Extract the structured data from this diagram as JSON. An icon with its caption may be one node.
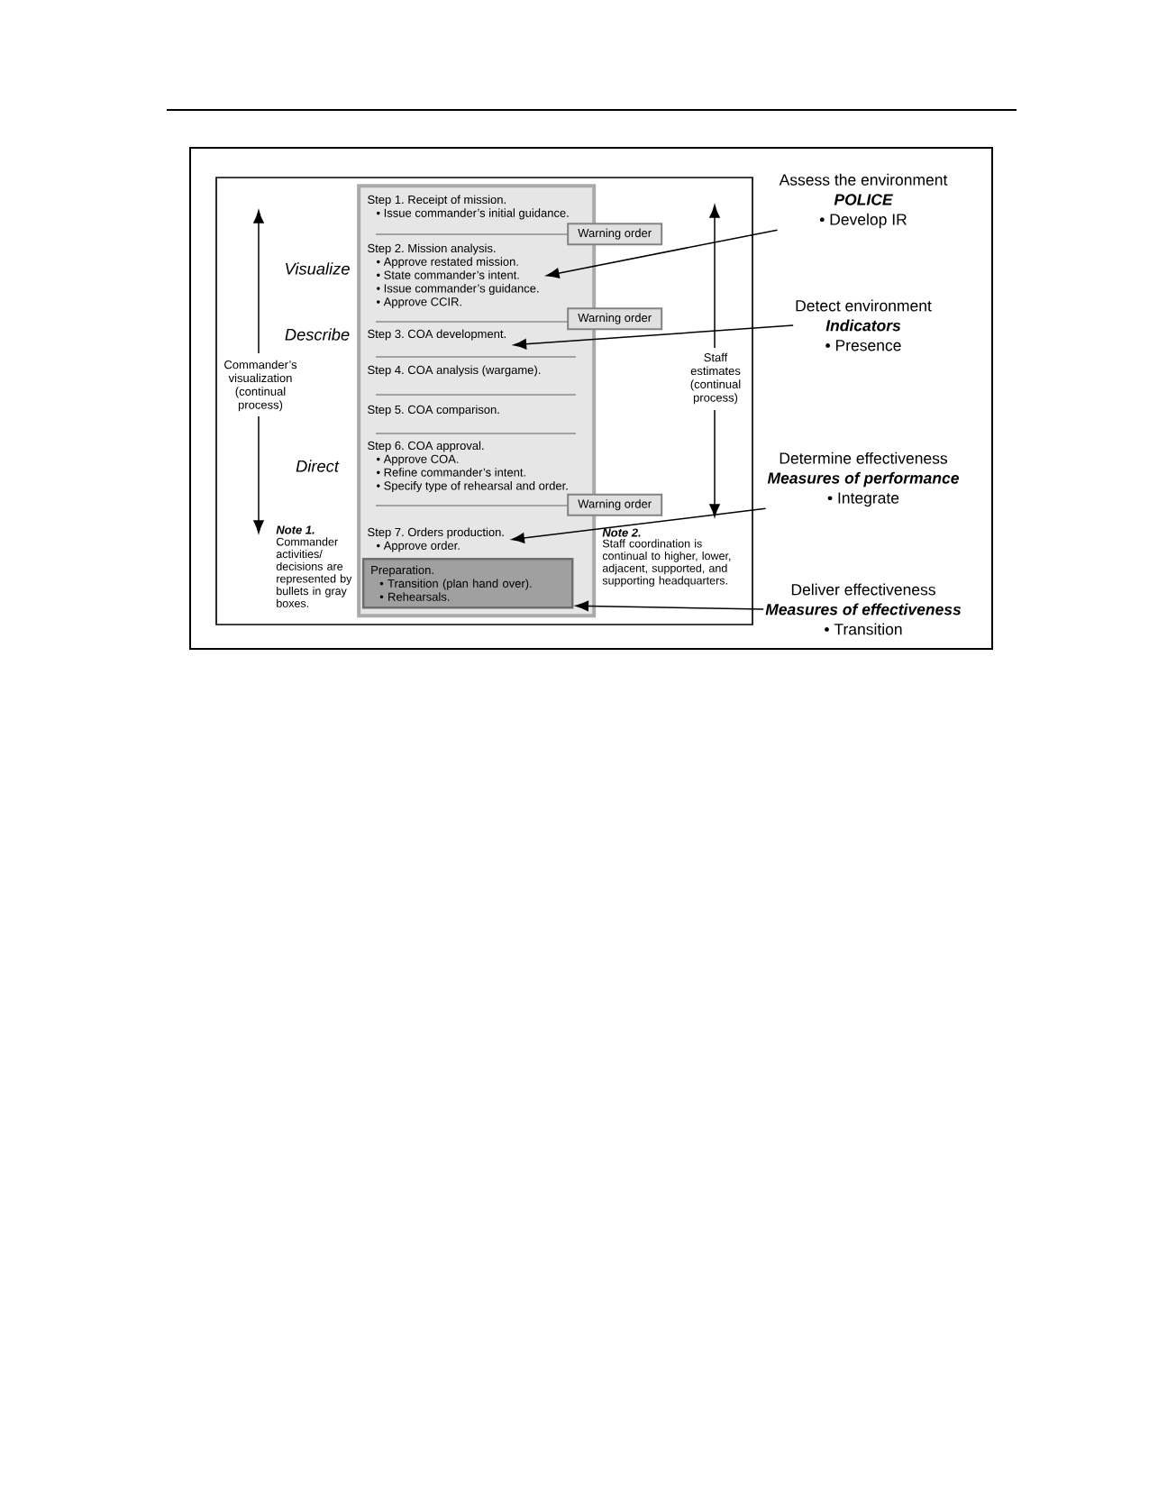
{
  "diagram": {
    "nodes": [
      {
        "text": [],
        "shape": "box"
      },
      {
        "text": [],
        "shape": "box",
        "in": 0
      },
      {
        "text": [
          "Step 1. Receipt of mission.",
          "• Issue commander’s initial guidance."
        ],
        "in": 1
      },
      {
        "text": [
          "Step 2. Mission analysis.",
          "• Approve restated mission.",
          "• State commander’s intent.",
          "• Issue commander’s guidance.",
          "• Approve CCIR."
        ],
        "in": 1
      },
      {
        "text": [
          "Step 3. COA development."
        ],
        "in": 1
      },
      {
        "text": [
          "Step 4. COA analysis (wargame)."
        ],
        "in": 1
      },
      {
        "text": [
          "Step 5. COA comparison."
        ],
        "in": 1
      },
      {
        "text": [
          "Step 6. COA approval.",
          "• Approve COA.",
          "• Refine commander’s intent.",
          "• Specify type of rehearsal and order."
        ],
        "in": 1
      },
      {
        "text": [
          "Step 7. Orders production.",
          "• Approve order."
        ],
        "in": 1
      },
      {
        "text": [
          "Preparation.",
          "• Transition (plan hand over).",
          "• Rehearsals."
        ],
        "in": 1
      },
      {
        "text": [
          "Warning order"
        ],
        "in": 0
      },
      {
        "text": [
          "Warning order"
        ],
        "in": 0
      },
      {
        "text": [
          "Warning order"
        ],
        "in": 0
      },
      {
        "text": [
          "Assess the environment",
          "POLICE",
          "• Develop IR"
        ]
      },
      {
        "text": [
          "Detect environment",
          "Indicators",
          "• Presence"
        ]
      },
      {
        "text": [
          "Determine effectiveness",
          "Measures of performance",
          "• Integrate"
        ]
      },
      {
        "text": [
          "Deliver effectiveness",
          "Measures of effectiveness",
          "• Transition"
        ]
      }
    ],
    "edges": [
      {
        "from": 13,
        "to": 3,
        "arrow": "to"
      },
      {
        "from": 14,
        "to": 4,
        "arrow": "to"
      },
      {
        "from": 15,
        "to": 8,
        "arrow": "to"
      },
      {
        "from": 16,
        "to": 9,
        "arrow": "to"
      }
    ],
    "labels": [
      "Visualize",
      "Describe",
      "Direct",
      "Commander’s visualization (continual process)",
      "Staff estimates (continual process)",
      "Note 1.",
      "Commander activities/ decisions are represented by bullets in gray boxes.",
      "Note 2.",
      "Staff coordination is continual to higher, lower, adjacent, supported, and supporting headquarters."
    ]
  }
}
